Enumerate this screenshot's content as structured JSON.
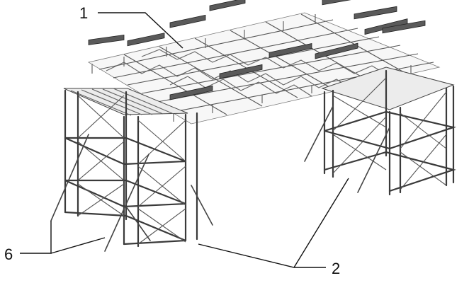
{
  "figure": {
    "callouts": [
      {
        "id": "1",
        "label": "1"
      },
      {
        "id": "2",
        "label": "2"
      },
      {
        "id": "6",
        "label": "6"
      }
    ]
  }
}
